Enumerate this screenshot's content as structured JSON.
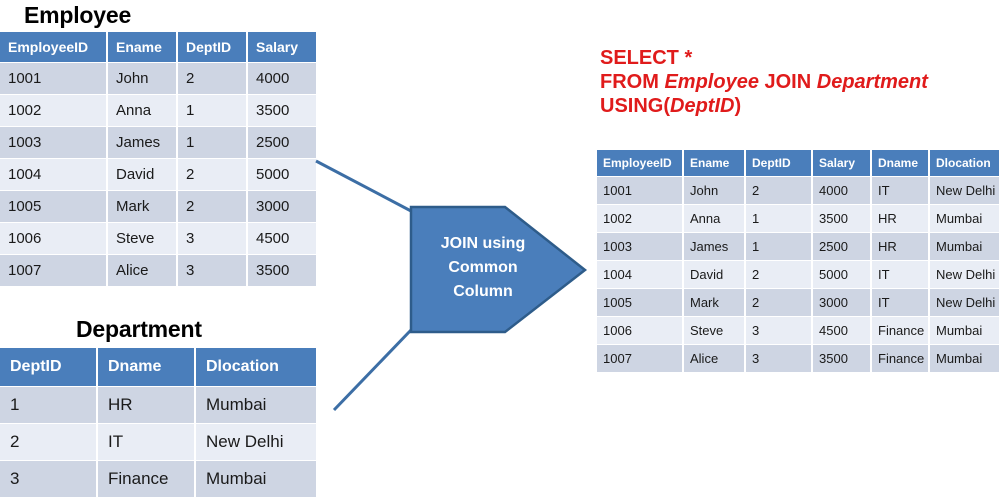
{
  "palette": {
    "header_blue": "#4a7ebb",
    "row_dark": "#ced5e3",
    "row_light": "#e9edf5",
    "arrow_fill": "#4a7ebb",
    "arrow_stroke": "#2e5c8a",
    "connector_stroke": "#3c6ea5",
    "sql_red": "#e01b1b",
    "title_black": "#000000"
  },
  "employee": {
    "title": "Employee",
    "columns": [
      "EmployeeID",
      "Ename",
      "DeptID",
      "Salary"
    ],
    "rows": [
      [
        "1001",
        "John",
        "2",
        "4000"
      ],
      [
        "1002",
        "Anna",
        "1",
        "3500"
      ],
      [
        "1003",
        "James",
        "1",
        "2500"
      ],
      [
        "1004",
        "David",
        "2",
        "5000"
      ],
      [
        "1005",
        "Mark",
        "2",
        "3000"
      ],
      [
        "1006",
        "Steve",
        "3",
        "4500"
      ],
      [
        "1007",
        "Alice",
        "3",
        "3500"
      ]
    ]
  },
  "department": {
    "title": "Department",
    "columns": [
      "DeptID",
      "Dname",
      "Dlocation"
    ],
    "rows": [
      [
        "1",
        "HR",
        "Mumbai"
      ],
      [
        "2",
        "IT",
        "New Delhi"
      ],
      [
        "3",
        "Finance",
        "Mumbai"
      ]
    ]
  },
  "sql": {
    "line1_keyword": "SELECT",
    "line1_rest": " *",
    "line2_keyword": "FROM",
    "line2_table1": "Employee",
    "line2_join": "JOIN",
    "line2_table2": "Department",
    "line3_keyword": "USING(",
    "line3_column": "DeptID",
    "line3_close": ")"
  },
  "result": {
    "columns": [
      "EmployeeID",
      "Ename",
      "DeptID",
      "Salary",
      "Dname",
      "Dlocation"
    ],
    "rows": [
      [
        "1001",
        "John",
        "2",
        "4000",
        "IT",
        "New Delhi"
      ],
      [
        "1002",
        "Anna",
        "1",
        "3500",
        "HR",
        "Mumbai"
      ],
      [
        "1003",
        "James",
        "1",
        "2500",
        "HR",
        "Mumbai"
      ],
      [
        "1004",
        "David",
        "2",
        "5000",
        "IT",
        "New Delhi"
      ],
      [
        "1005",
        "Mark",
        "2",
        "3000",
        "IT",
        "New Delhi"
      ],
      [
        "1006",
        "Steve",
        "3",
        "4500",
        "Finance",
        "Mumbai"
      ],
      [
        "1007",
        "Alice",
        "3",
        "3500",
        "Finance",
        "Mumbai"
      ]
    ]
  },
  "arrow": {
    "label_line1": "JOIN using",
    "label_line2": "Common",
    "label_line3": "Column"
  }
}
